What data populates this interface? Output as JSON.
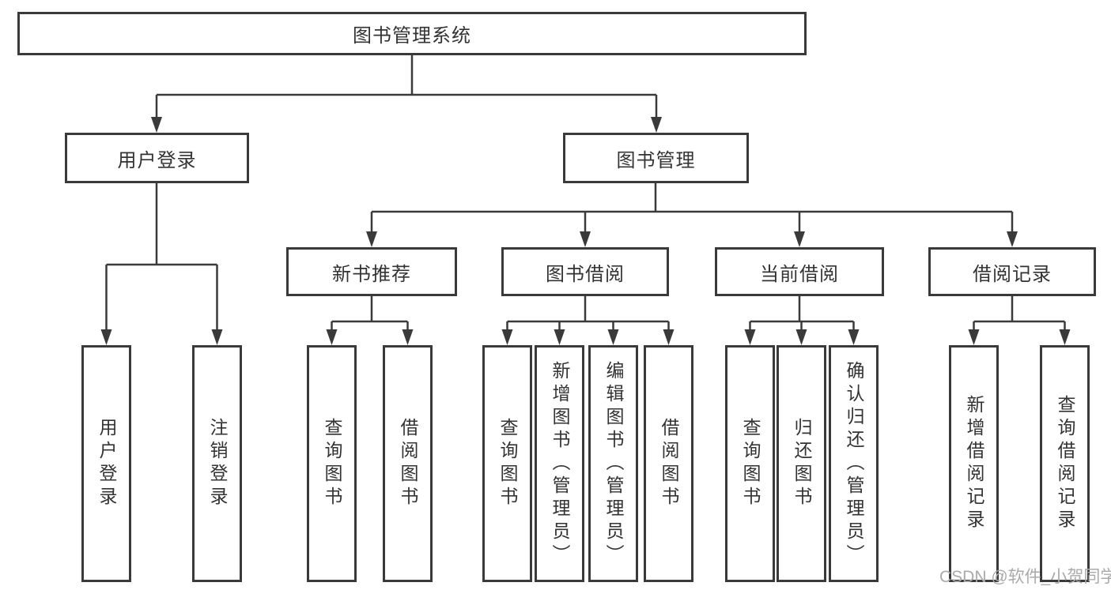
{
  "diagram": {
    "root": "图书管理系统",
    "level2": [
      "用户登录",
      "图书管理"
    ],
    "level3": [
      "新书推荐",
      "图书借阅",
      "当前借阅",
      "借阅记录"
    ],
    "leaves": [
      "用户登录",
      "注销登录",
      "查询图书",
      "借阅图书",
      "查询图书",
      "新增图书（管理员）",
      "编辑图书（管理员）",
      "借阅图书",
      "查询图书",
      "归还图书",
      "确认归还（管理员）",
      "新增借阅记录",
      "查询借阅记录"
    ]
  },
  "watermark": "CSDN @软件_小贺同学",
  "colors": {
    "line": "#3a3a3a",
    "box_border": "#3a3a3a",
    "text": "#333333",
    "watermark": "#aaaaaa",
    "background": "#ffffff"
  }
}
